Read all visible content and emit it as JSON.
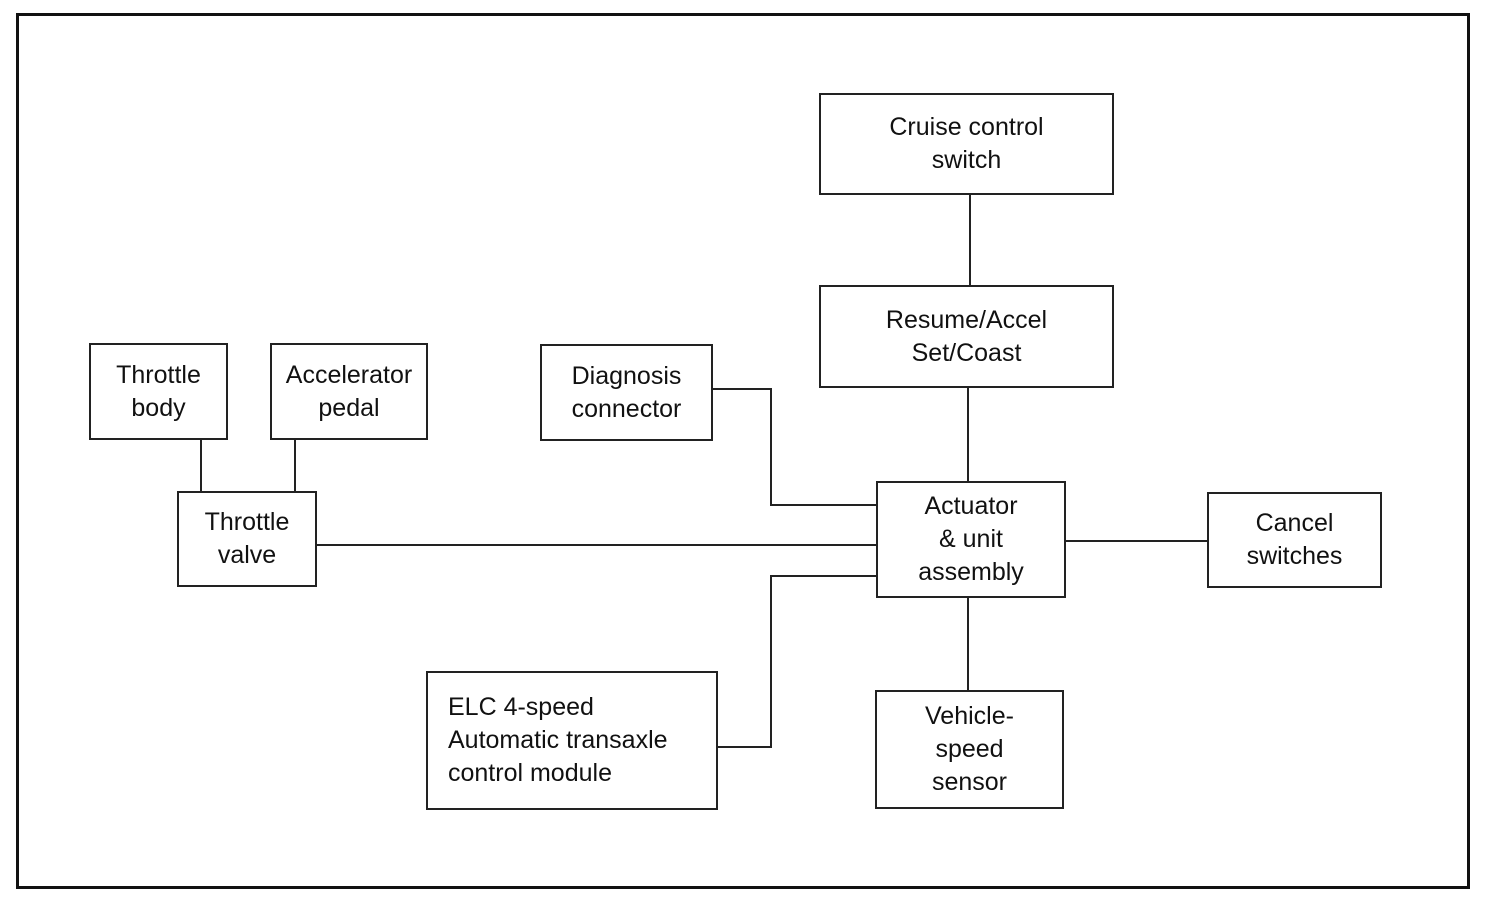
{
  "diagram": {
    "boxes": {
      "cruise_control_switch": [
        "Cruise control",
        "switch"
      ],
      "resume_accel": [
        "Resume/Accel",
        "Set/Coast"
      ],
      "throttle_body": [
        "Throttle",
        "body"
      ],
      "accelerator_pedal": [
        "Accelerator",
        "pedal"
      ],
      "diagnosis_connector": [
        "Diagnosis",
        "connector"
      ],
      "throttle_valve": [
        "Throttle",
        "valve"
      ],
      "actuator": [
        "Actuator",
        "& unit",
        "assembly"
      ],
      "cancel_switches": [
        "Cancel",
        "switches"
      ],
      "elc_module": [
        "ELC 4-speed",
        "Automatic transaxle",
        "control module"
      ],
      "vehicle_speed_sensor": [
        "Vehicle-",
        "speed",
        "sensor"
      ]
    },
    "connections": [
      [
        "cruise_control_switch",
        "resume_accel"
      ],
      [
        "resume_accel",
        "actuator"
      ],
      [
        "throttle_body",
        "throttle_valve"
      ],
      [
        "accelerator_pedal",
        "throttle_valve"
      ],
      [
        "throttle_valve",
        "actuator"
      ],
      [
        "diagnosis_connector",
        "actuator"
      ],
      [
        "elc_module",
        "actuator"
      ],
      [
        "actuator",
        "cancel_switches"
      ],
      [
        "actuator",
        "vehicle_speed_sensor"
      ]
    ]
  }
}
